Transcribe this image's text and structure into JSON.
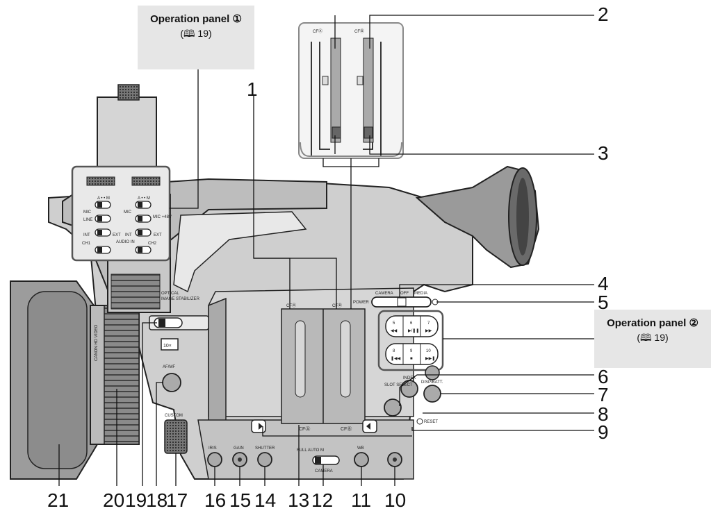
{
  "callouts": {
    "panel1_title": "Operation panel ①",
    "panel1_ref": "(🕮 19)",
    "panel2_title": "Operation panel ②",
    "panel2_ref": "(🕮 19)"
  },
  "numbers": {
    "n1": "1",
    "n2": "2",
    "n3": "3",
    "n4": "4",
    "n5": "5",
    "n6": "6",
    "n7": "7",
    "n8": "8",
    "n9": "9",
    "n10": "10",
    "n11": "11",
    "n12": "12",
    "n13": "13",
    "n14": "14",
    "n15": "15",
    "n16": "16",
    "n17": "17",
    "n18": "18",
    "n19": "19",
    "n20": "20",
    "n21": "21"
  },
  "labels": {
    "audio_in": "AUDIO IN",
    "ch1": "CH1",
    "ch2": "CH2",
    "mic": "MIC",
    "line": "LINE",
    "int": "INT",
    "ext": "EXT",
    "mic48": "MIC +48V",
    "am": "A • • M",
    "cfa": "CFⒶ",
    "cfb": "CFⒷ",
    "camera": "CAMERA",
    "off": "OFF",
    "media": "MEDIA",
    "power": "POWER",
    "slot_select": "SLOT SELECT",
    "index": "INDEX",
    "disp_batt": "DISP/BATT.",
    "reset": "RESET",
    "af_mf": "AF/MF",
    "custom": "CUSTOM",
    "iris": "IRIS",
    "gain": "GAIN",
    "shutter": "SHUTTER",
    "full_auto_m": "FULL AUTO  M",
    "camera_sw": "CAMERA",
    "wb": "WB",
    "zoom10": "10×",
    "optical": "OPTICAL",
    "image_stab": "IMAGE STABILIZER",
    "canon_hd": "CANON HD VIDEO",
    "btn5": "5",
    "btn6": "6",
    "btn7": "7",
    "btn8": "8",
    "btn9": "9",
    "btn10": "10"
  }
}
